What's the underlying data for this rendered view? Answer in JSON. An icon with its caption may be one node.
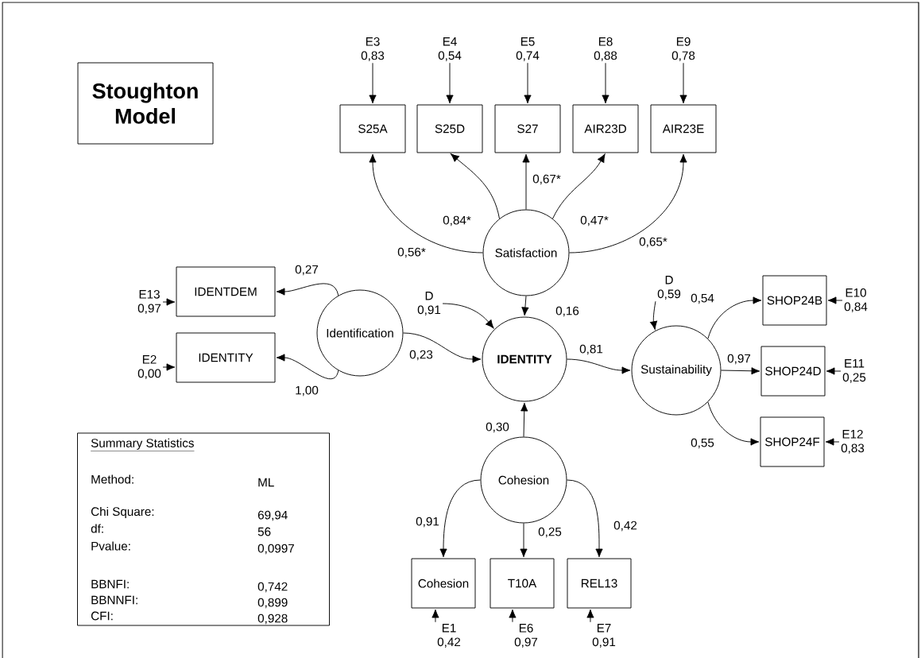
{
  "diagram": {
    "nodes": [
      {
        "text": [
          "Stoughton Model"
        ]
      },
      {
        "text": [
          "E3",
          "0,83"
        ]
      },
      {
        "text": [
          "E4",
          "0,54"
        ]
      },
      {
        "text": [
          "E5",
          "0,74"
        ]
      },
      {
        "text": [
          "E8",
          "0,88"
        ]
      },
      {
        "text": [
          "E9",
          "0,78"
        ]
      },
      {
        "text": [
          "S25A"
        ]
      },
      {
        "text": [
          "S25D"
        ]
      },
      {
        "text": [
          "S27"
        ]
      },
      {
        "text": [
          "AIR23D"
        ]
      },
      {
        "text": [
          "AIR23E"
        ]
      },
      {
        "text": [
          "Satisfaction"
        ]
      },
      {
        "text": [
          "E13",
          "0,97"
        ]
      },
      {
        "text": [
          "IDENTDEM"
        ]
      },
      {
        "text": [
          "Identification"
        ]
      },
      {
        "text": [
          "D",
          "0,91"
        ]
      },
      {
        "text": [
          "IDENTITY"
        ]
      },
      {
        "text": [
          "D",
          "0,59"
        ]
      },
      {
        "text": [
          "Sustainability"
        ]
      },
      {
        "text": [
          "SHOP24B"
        ]
      },
      {
        "text": [
          "E10",
          "0,84"
        ]
      },
      {
        "text": [
          "E2",
          "0,00"
        ]
      },
      {
        "text": [
          "IDENTITY"
        ]
      },
      {
        "text": [
          "SHOP24D"
        ]
      },
      {
        "text": [
          "E11",
          "0,25"
        ]
      },
      {
        "text": [
          "SHOP24F"
        ]
      },
      {
        "text": [
          "E12",
          "0,83"
        ]
      },
      {
        "text": [
          "Summary Statistics",
          "Method:",
          "ML",
          "Chi Square:",
          "69,94",
          "df:",
          "56",
          "Pvalue:",
          "0,0997",
          "BBNFI:",
          "0,742",
          "BBNNFI:",
          "0,899",
          "CFI:",
          "0,928"
        ]
      },
      {
        "text": [
          "Cohesion"
        ]
      },
      {
        "text": [
          "Cohesion"
        ]
      },
      {
        "text": [
          "T10A"
        ]
      },
      {
        "text": [
          "REL13"
        ]
      },
      {
        "text": [
          "E1",
          "0,42"
        ]
      },
      {
        "text": [
          "E6",
          "0,97"
        ]
      },
      {
        "text": [
          "E7",
          "0,91"
        ]
      }
    ],
    "edges": [
      {
        "from": 1,
        "to": 6,
        "arrow": "to"
      },
      {
        "from": 2,
        "to": 7,
        "arrow": "to"
      },
      {
        "from": 3,
        "to": 8,
        "arrow": "to"
      },
      {
        "from": 4,
        "to": 9,
        "arrow": "to"
      },
      {
        "from": 5,
        "to": 10,
        "arrow": "to"
      },
      {
        "from": 11,
        "to": 6,
        "arrow": "to",
        "label": "0,56*"
      },
      {
        "from": 11,
        "to": 7,
        "arrow": "to",
        "label": "0,84*"
      },
      {
        "from": 11,
        "to": 8,
        "arrow": "to",
        "label": "0,67*"
      },
      {
        "from": 11,
        "to": 9,
        "arrow": "to",
        "label": "0,47*"
      },
      {
        "from": 11,
        "to": 10,
        "arrow": "to",
        "label": "0,65*"
      },
      {
        "from": 11,
        "to": 16,
        "arrow": "to",
        "label": "0,16"
      },
      {
        "from": 12,
        "to": 13,
        "arrow": "to"
      },
      {
        "from": 14,
        "to": 13,
        "arrow": "to",
        "label": "0,27"
      },
      {
        "from": 21,
        "to": 22,
        "arrow": "to"
      },
      {
        "from": 14,
        "to": 22,
        "arrow": "to",
        "label": "1,00"
      },
      {
        "from": 14,
        "to": 16,
        "arrow": "to",
        "label": "0,23"
      },
      {
        "from": 15,
        "to": 16,
        "arrow": "to"
      },
      {
        "from": 16,
        "to": 18,
        "arrow": "to",
        "label": "0,81"
      },
      {
        "from": 17,
        "to": 18,
        "arrow": "to"
      },
      {
        "from": 18,
        "to": 19,
        "arrow": "to",
        "label": "0,54"
      },
      {
        "from": 18,
        "to": 23,
        "arrow": "to",
        "label": "0,97"
      },
      {
        "from": 18,
        "to": 25,
        "arrow": "to",
        "label": "0,55"
      },
      {
        "from": 20,
        "to": 19,
        "arrow": "to"
      },
      {
        "from": 24,
        "to": 23,
        "arrow": "to"
      },
      {
        "from": 26,
        "to": 25,
        "arrow": "to"
      },
      {
        "from": 28,
        "to": 16,
        "arrow": "to",
        "label": "0,30"
      },
      {
        "from": 28,
        "to": 29,
        "arrow": "to",
        "label": "0,91"
      },
      {
        "from": 28,
        "to": 30,
        "arrow": "to",
        "label": "0,25"
      },
      {
        "from": 28,
        "to": 31,
        "arrow": "to",
        "label": "0,42"
      },
      {
        "from": 32,
        "to": 29,
        "arrow": "to"
      },
      {
        "from": 33,
        "to": 30,
        "arrow": "to"
      },
      {
        "from": 34,
        "to": 31,
        "arrow": "to"
      }
    ]
  }
}
